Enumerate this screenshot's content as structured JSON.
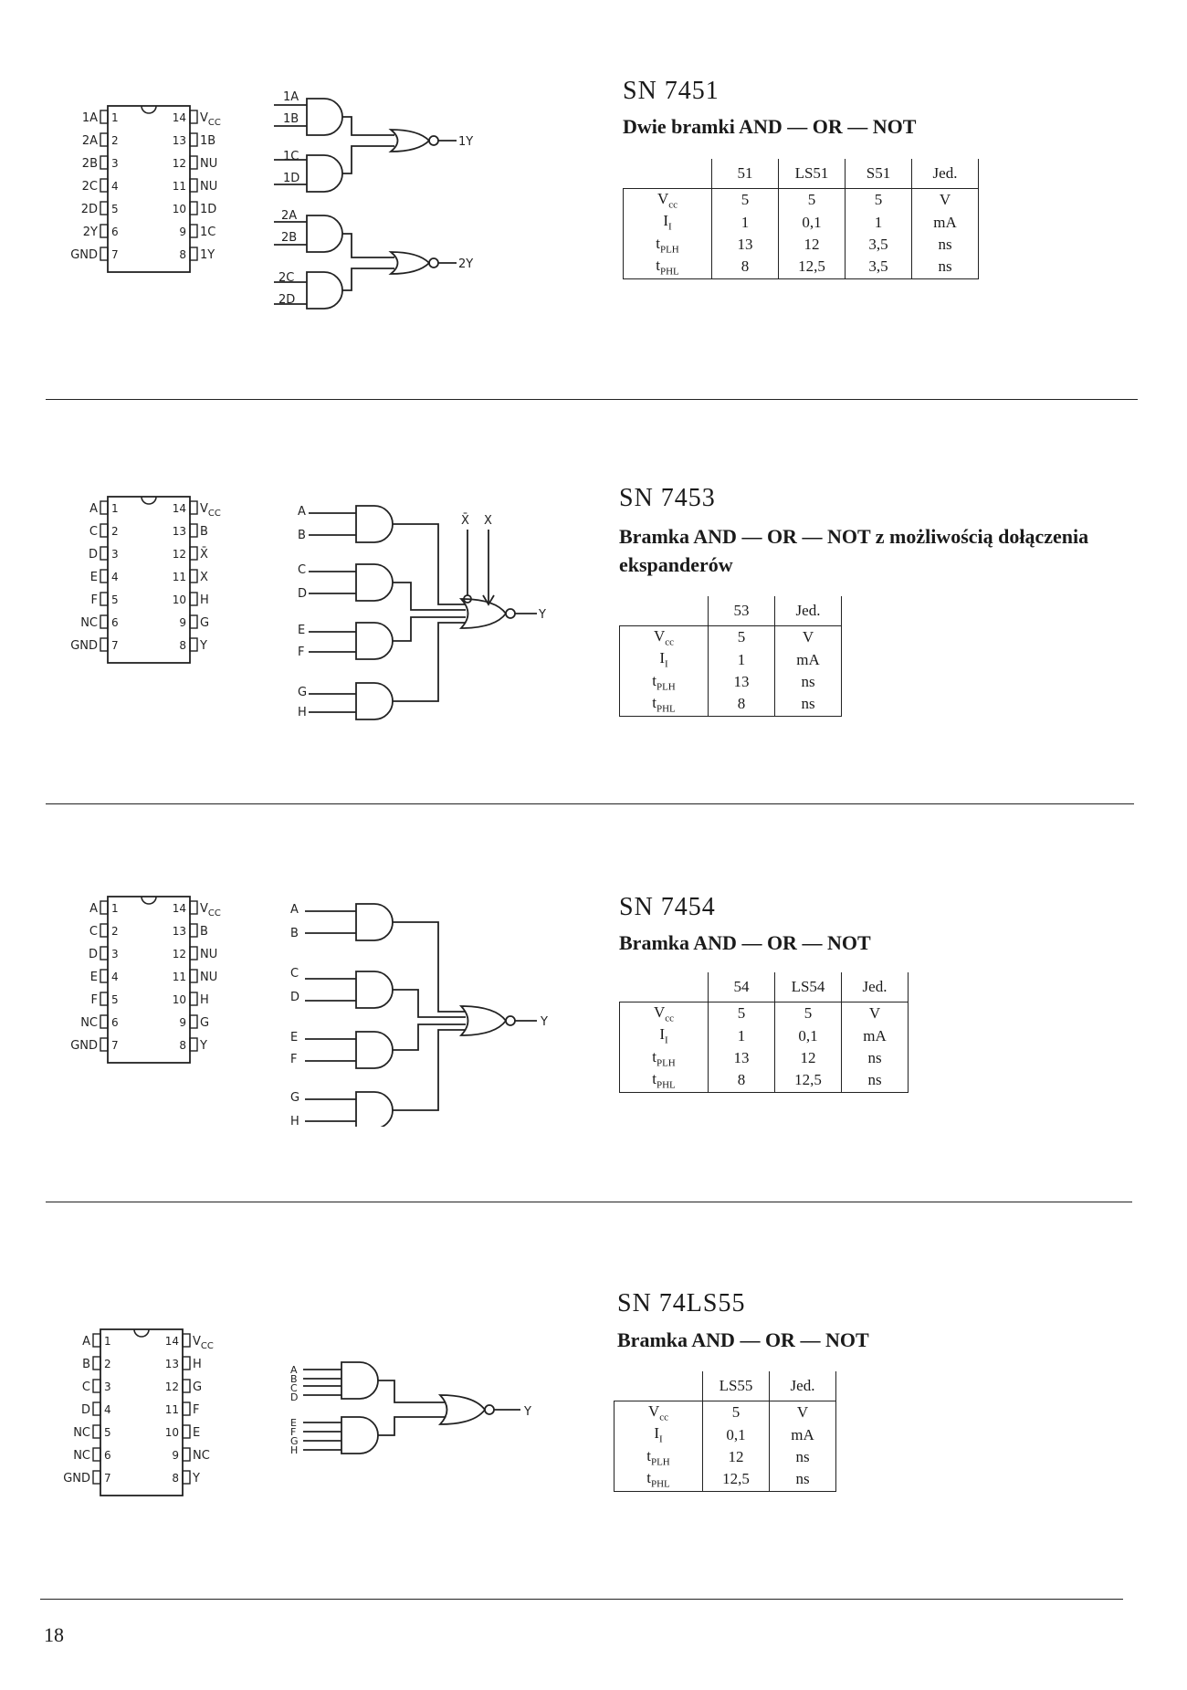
{
  "page_number": "18",
  "chips": [
    {
      "name": "SN 7451",
      "description": "Dwie bramki AND — OR — NOT",
      "pins_left": [
        "1A",
        "2A",
        "2B",
        "2C",
        "2D",
        "2Y",
        "GND"
      ],
      "pins_right": [
        "VCC",
        "1B",
        "NU",
        "NU",
        "1D",
        "1C",
        "1Y"
      ],
      "table": {
        "columns": [
          "51",
          "LS51",
          "S51",
          "Jed."
        ],
        "rows": [
          {
            "param": "Vcc",
            "values": [
              "5",
              "5",
              "5",
              "V"
            ]
          },
          {
            "param": "II",
            "values": [
              "1",
              "0,1",
              "1",
              "mA"
            ]
          },
          {
            "param": "tPLH",
            "values": [
              "13",
              "12",
              "3,5",
              "ns"
            ]
          },
          {
            "param": "tPHL",
            "values": [
              "8",
              "12,5",
              "3,5",
              "ns"
            ]
          }
        ]
      }
    },
    {
      "name": "SN 7453",
      "description": "Bramka AND — OR — NOT z możliwością dołączenia ekspanderów",
      "pins_left": [
        "A",
        "C",
        "D",
        "E",
        "F",
        "NC",
        "GND"
      ],
      "pins_right": [
        "VCC",
        "B",
        "X̄",
        "X",
        "H",
        "G",
        "Y"
      ],
      "table": {
        "columns": [
          "53",
          "Jed."
        ],
        "rows": [
          {
            "param": "Vcc",
            "values": [
              "5",
              "V"
            ]
          },
          {
            "param": "II",
            "values": [
              "1",
              "mA"
            ]
          },
          {
            "param": "tPLH",
            "values": [
              "13",
              "ns"
            ]
          },
          {
            "param": "tPHL",
            "values": [
              "8",
              "ns"
            ]
          }
        ]
      }
    },
    {
      "name": "SN 7454",
      "description": "Bramka AND — OR — NOT",
      "pins_left": [
        "A",
        "C",
        "D",
        "E",
        "F",
        "NC",
        "GND"
      ],
      "pins_right": [
        "VCC",
        "B",
        "NU",
        "NU",
        "H",
        "G",
        "Y"
      ],
      "table": {
        "columns": [
          "54",
          "LS54",
          "Jed."
        ],
        "rows": [
          {
            "param": "Vcc",
            "values": [
              "5",
              "5",
              "V"
            ]
          },
          {
            "param": "II",
            "values": [
              "1",
              "0,1",
              "mA"
            ]
          },
          {
            "param": "tPLH",
            "values": [
              "13",
              "12",
              "ns"
            ]
          },
          {
            "param": "tPHL",
            "values": [
              "8",
              "12,5",
              "ns"
            ]
          }
        ]
      }
    },
    {
      "name": "SN 74LS55",
      "description": "Bramka AND — OR — NOT",
      "pins_left": [
        "A",
        "B",
        "C",
        "D",
        "NC",
        "NC",
        "GND"
      ],
      "pins_right": [
        "VCC",
        "H",
        "G",
        "F",
        "E",
        "NC",
        "Y"
      ],
      "table": {
        "columns": [
          "LS55",
          "Jed."
        ],
        "rows": [
          {
            "param": "Vcc",
            "values": [
              "5",
              "V"
            ]
          },
          {
            "param": "II",
            "values": [
              "0,1",
              "mA"
            ]
          },
          {
            "param": "tPLH",
            "values": [
              "12",
              "ns"
            ]
          },
          {
            "param": "tPHL",
            "values": [
              "12,5",
              "ns"
            ]
          }
        ]
      }
    }
  ],
  "circuit_labels": {
    "c1": {
      "in1": [
        "1A",
        "1B",
        "1C",
        "1D"
      ],
      "in2": [
        "2A",
        "2B",
        "2C",
        "2D"
      ],
      "out1": "1Y",
      "out2": "2Y"
    },
    "c2": {
      "inputs": [
        "A",
        "B",
        "C",
        "D",
        "E",
        "F",
        "G",
        "H"
      ],
      "expanders": [
        "X̄",
        "X"
      ],
      "out": "Y"
    },
    "c3": {
      "inputs": [
        "A",
        "B",
        "C",
        "D",
        "E",
        "F",
        "G",
        "H"
      ],
      "out": "Y"
    },
    "c4": {
      "inputs": [
        "A",
        "B",
        "C",
        "D",
        "E",
        "F",
        "G",
        "H"
      ],
      "out": "Y"
    }
  },
  "pin_numbers": {
    "left": [
      "1",
      "2",
      "3",
      "4",
      "5",
      "6",
      "7"
    ],
    "right": [
      "14",
      "13",
      "12",
      "11",
      "10",
      "9",
      "8"
    ]
  }
}
